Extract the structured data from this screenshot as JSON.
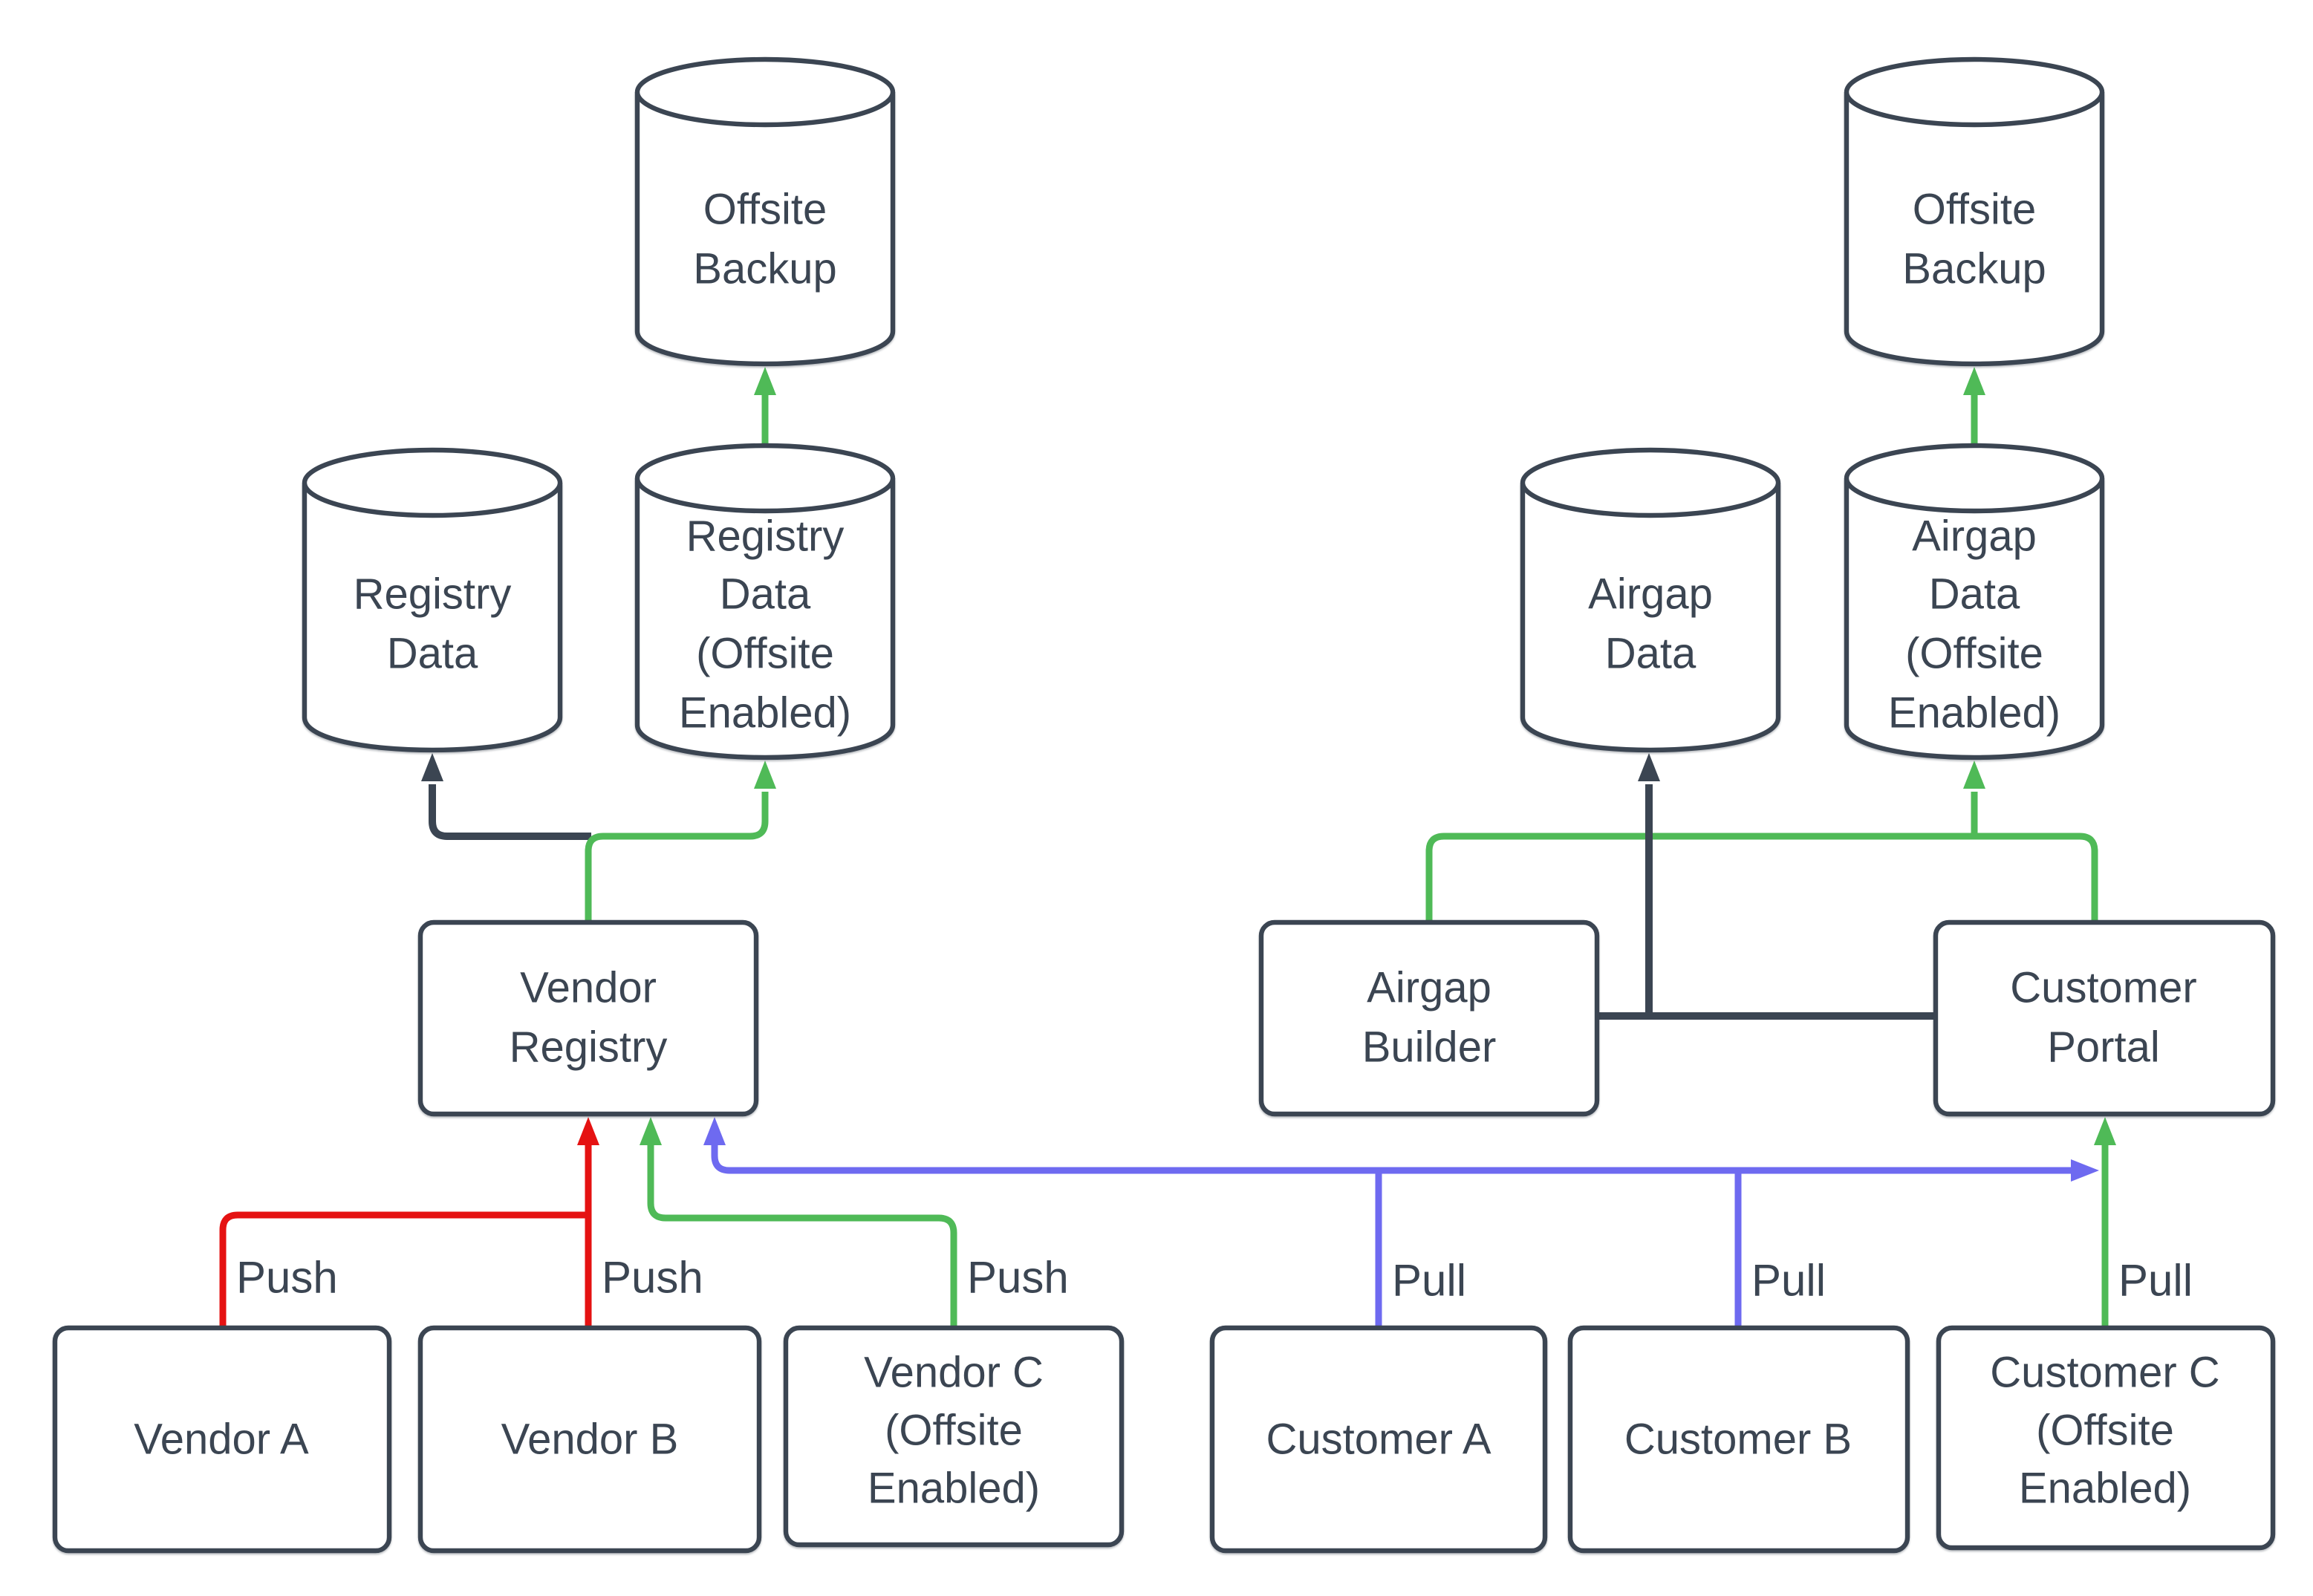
{
  "colors": {
    "dark": "#3b4552",
    "red": "#e51212",
    "green": "#4fba57",
    "blue": "#6e6af0",
    "background": "#ffffff"
  },
  "nodes": {
    "offsite_backup_left": {
      "type": "cylinder",
      "lines": [
        "Offsite",
        "Backup"
      ]
    },
    "registry_data": {
      "type": "cylinder",
      "lines": [
        "Registry",
        "Data"
      ]
    },
    "registry_data_offsite": {
      "type": "cylinder",
      "lines": [
        "Registry",
        "Data",
        "(Offsite",
        "Enabled)"
      ]
    },
    "vendor_registry": {
      "type": "box",
      "lines": [
        "Vendor",
        "Registry"
      ]
    },
    "vendor_a": {
      "type": "box",
      "lines": [
        "Vendor A"
      ]
    },
    "vendor_b": {
      "type": "box",
      "lines": [
        "Vendor B"
      ]
    },
    "vendor_c": {
      "type": "box",
      "lines": [
        "Vendor C",
        "(Offsite",
        "Enabled)"
      ]
    },
    "offsite_backup_right": {
      "type": "cylinder",
      "lines": [
        "Offsite",
        "Backup"
      ]
    },
    "airgap_data": {
      "type": "cylinder",
      "lines": [
        "Airgap",
        "Data"
      ]
    },
    "airgap_data_offsite": {
      "type": "cylinder",
      "lines": [
        "Airgap",
        "Data",
        "(Offsite",
        "Enabled)"
      ]
    },
    "airgap_builder": {
      "type": "box",
      "lines": [
        "Airgap",
        "Builder"
      ]
    },
    "customer_portal": {
      "type": "box",
      "lines": [
        "Customer",
        "Portal"
      ]
    },
    "customer_a": {
      "type": "box",
      "lines": [
        "Customer A"
      ]
    },
    "customer_b": {
      "type": "box",
      "lines": [
        "Customer B"
      ]
    },
    "customer_c": {
      "type": "box",
      "lines": [
        "Customer C",
        "(Offsite",
        "Enabled)"
      ]
    }
  },
  "edge_labels": {
    "push": [
      "Push",
      "Push",
      "Push"
    ],
    "pull": [
      "Pull",
      "Pull",
      "Pull"
    ]
  },
  "edges": [
    {
      "from": "vendor_a",
      "to": "vendor_registry",
      "label": "Push",
      "color": "red"
    },
    {
      "from": "vendor_b",
      "to": "vendor_registry",
      "label": "Push",
      "color": "red"
    },
    {
      "from": "vendor_c",
      "to": "vendor_registry",
      "label": "Push",
      "color": "green"
    },
    {
      "from": "vendor_registry",
      "to": "registry_data",
      "color": "dark"
    },
    {
      "from": "vendor_registry",
      "to": "registry_data_offsite",
      "color": "green"
    },
    {
      "from": "registry_data_offsite",
      "to": "offsite_backup_left",
      "color": "green"
    },
    {
      "from": "customer_a",
      "to": "vendor_registry",
      "label": "Pull",
      "color": "blue"
    },
    {
      "from": "customer_b",
      "to": "vendor_registry",
      "label": "Pull",
      "color": "blue"
    },
    {
      "from": "customer_c",
      "to": "customer_portal",
      "label": "Pull",
      "color": "green"
    },
    {
      "from": "airgap_builder",
      "to": "customer_portal",
      "color": "dark"
    },
    {
      "from": "airgap_builder",
      "to": "airgap_data",
      "color": "dark"
    },
    {
      "from": "airgap_builder",
      "to": "airgap_data_offsite",
      "color": "green"
    },
    {
      "from": "customer_portal",
      "to": "airgap_data_offsite",
      "color": "green"
    },
    {
      "from": "airgap_data_offsite",
      "to": "offsite_backup_right",
      "color": "green"
    }
  ]
}
